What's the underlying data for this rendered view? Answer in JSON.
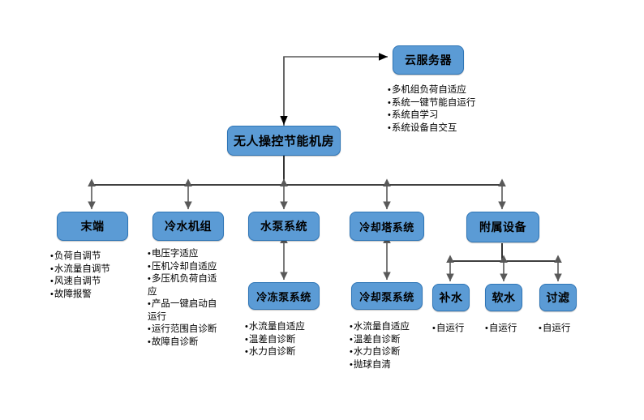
{
  "diagram": {
    "title_node": {
      "label": "无人操控节能机房"
    },
    "cloud_node": {
      "label": "云服务器"
    },
    "cloud_bullets": [
      "多机组负荷自适应",
      "系统一键节能自运行",
      "系统自学习",
      "系统设备自交互"
    ],
    "branches": [
      {
        "id": "terminal",
        "label": "末端",
        "bullets": [
          "负荷自调节",
          "水流量自调节",
          "风速自调节",
          "故障报警"
        ]
      },
      {
        "id": "chiller",
        "label": "冷水机组",
        "bullets": [
          "电压字适应",
          "压机冷却自适应",
          "多压机负荷自适应",
          "产品一键启动自运行",
          "运行范围自诊断",
          "故障自诊断"
        ]
      },
      {
        "id": "pump-system",
        "label": "水泵系统",
        "child": {
          "label": "冷冻泵系统",
          "bullets": [
            "水流量自适应",
            "温差自诊断",
            "水力自诊断"
          ]
        }
      },
      {
        "id": "cooling-tower-system",
        "label": "冷却塔系统",
        "child": {
          "label": "冷却泵系统",
          "bullets": [
            "水流量自适应",
            "温差自诊断",
            "水力自诊断",
            "抛球自清"
          ]
        }
      },
      {
        "id": "auxiliary-equipment",
        "label": "附属设备",
        "children": [
          {
            "label": "补水",
            "bullets": [
              "自运行"
            ]
          },
          {
            "label": "软水",
            "bullets": [
              "自运行"
            ]
          },
          {
            "label": "讨滤",
            "bullets": [
              "自运行"
            ]
          }
        ]
      }
    ],
    "colors": {
      "node_fill": "#5b9bd5",
      "node_border": "#2e75b6",
      "connector_black": "#000000",
      "connector_gray": "#595959",
      "text": "#000000",
      "background": "#ffffff"
    }
  }
}
